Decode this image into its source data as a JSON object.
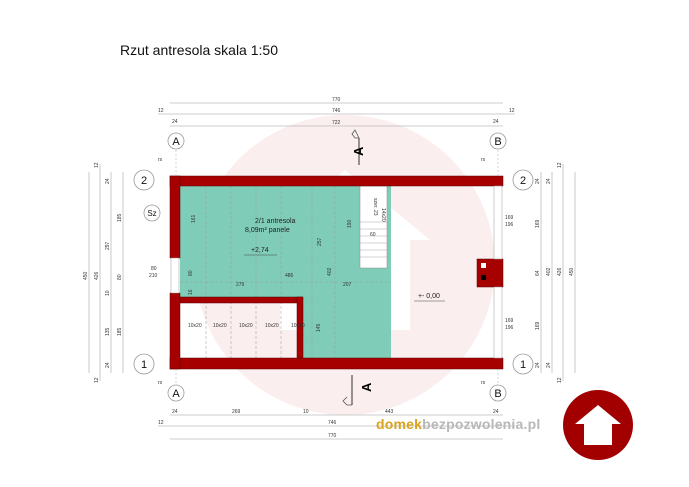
{
  "title": "Rzut antresola skala 1:50",
  "axes": {
    "a": "A",
    "b": "B",
    "row1": "1",
    "row2": "2",
    "sz": "Sz",
    "section": "A",
    "rs": "rs"
  },
  "top_dims": {
    "overall": "770",
    "walls": "746",
    "inner": "722",
    "side": "12",
    "wall": "24"
  },
  "bottom_dims": {
    "wall": "24",
    "left": "269",
    "mid": "10",
    "right": "443",
    "side": "12",
    "walls": "746",
    "overall": "770"
  },
  "left_dims": {
    "overall": "450",
    "walls": "426",
    "wall": "24",
    "upper": "297",
    "mid": "10",
    "lower": "135",
    "end": "12",
    "w1": "185",
    "door": "80",
    "w2": "185"
  },
  "right_dims": {
    "overall": "450",
    "walls": "426",
    "inner": "402",
    "wall": "24",
    "w1": "169",
    "chimney": "64",
    "w2": "169",
    "end": "12"
  },
  "room": {
    "name": "2/1   antresola",
    "area": "8,09m² panele",
    "level": "2,74",
    "ground_level": "- 0,00"
  },
  "inner_dims": {
    "d486": "486",
    "d279": "279",
    "d207": "207",
    "d402": "402",
    "d257": "257",
    "d161": "161",
    "d80": "80",
    "d16": "16",
    "d145": "145",
    "d190": "190",
    "d60": "60"
  },
  "stairs": {
    "steps": "14x20",
    "width": "szer. 23"
  },
  "door": {
    "width": "80",
    "height": "210"
  },
  "windows": {
    "w": "169",
    "h": "196"
  },
  "beams": [
    "10x20",
    "10x20",
    "10x20",
    "10x20",
    "10x20"
  ],
  "logo": {
    "part1": "domek",
    "part2": "bezpozwolenia.pl"
  },
  "colors": {
    "wall": "#a60000",
    "floor": "#7fcdb8"
  }
}
